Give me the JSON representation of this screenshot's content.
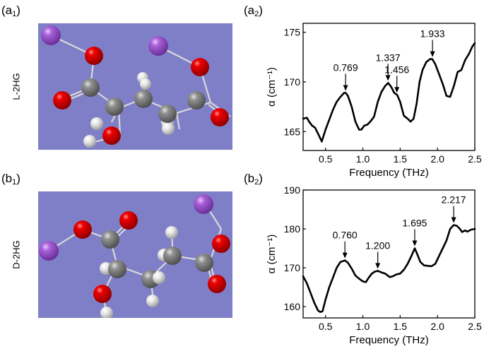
{
  "panels": {
    "a1": {
      "label": "a",
      "sub": "1",
      "molecule_name": "L-2HG"
    },
    "a2": {
      "label": "a",
      "sub": "2"
    },
    "b1": {
      "label": "b",
      "sub": "1",
      "molecule_name": "D-2HG"
    },
    "b2": {
      "label": "b",
      "sub": "2"
    }
  },
  "colors": {
    "molecule_background": "#7f7fc8",
    "oxygen": "#e00000",
    "carbon": "#8a8a8a",
    "hydrogen": "#e8e8e8",
    "sodium": "#a860d8",
    "curve": "#000000"
  },
  "chart_data": [
    {
      "id": "a2",
      "type": "line",
      "title": "",
      "xlabel": "Frequency (THz)",
      "ylabel": "α (cm⁻¹)",
      "xlim": [
        0.2,
        2.5
      ],
      "ylim": [
        163.1,
        175.9
      ],
      "xticks": [
        "0.5",
        "1.0",
        "1.5",
        "2.0",
        "2.5"
      ],
      "yticks": [
        "165",
        "170",
        "175"
      ],
      "grid": false,
      "legend": null,
      "series": [
        {
          "name": "L-2HG",
          "x": [
            0.2,
            0.25,
            0.28,
            0.32,
            0.36,
            0.4,
            0.45,
            0.5,
            0.55,
            0.6,
            0.65,
            0.7,
            0.75,
            0.77,
            0.8,
            0.85,
            0.9,
            0.95,
            0.98,
            1.02,
            1.06,
            1.1,
            1.15,
            1.2,
            1.25,
            1.3,
            1.34,
            1.38,
            1.42,
            1.46,
            1.5,
            1.55,
            1.6,
            1.64,
            1.68,
            1.72,
            1.76,
            1.8,
            1.85,
            1.9,
            1.93,
            1.97,
            2.02,
            2.07,
            2.12,
            2.17,
            2.22,
            2.27,
            2.32,
            2.37,
            2.42,
            2.47,
            2.5
          ],
          "y": [
            166.3,
            166.4,
            166.0,
            165.6,
            165.4,
            164.8,
            164.0,
            165.2,
            166.2,
            167.2,
            168.0,
            168.5,
            168.9,
            168.9,
            168.6,
            167.5,
            166.0,
            165.2,
            165.2,
            165.6,
            165.7,
            166.0,
            166.5,
            168.0,
            169.0,
            169.6,
            169.9,
            169.5,
            168.9,
            168.7,
            168.0,
            166.6,
            166.3,
            166.0,
            166.3,
            167.8,
            170.0,
            171.2,
            172.0,
            172.3,
            172.3,
            171.8,
            170.8,
            169.8,
            168.6,
            168.5,
            169.6,
            171.0,
            171.2,
            172.2,
            172.8,
            173.6,
            173.9
          ]
        }
      ],
      "annotations": [
        {
          "text": "0.769",
          "x": 0.769,
          "y": 168.9
        },
        {
          "text": "1.337",
          "x": 1.337,
          "y": 169.9
        },
        {
          "text": "1.456",
          "x": 1.456,
          "y": 168.7
        },
        {
          "text": "1.933",
          "x": 1.933,
          "y": 172.3
        }
      ]
    },
    {
      "id": "b2",
      "type": "line",
      "title": "",
      "xlabel": "Frequency (THz)",
      "ylabel": "α (cm⁻¹)",
      "xlim": [
        0.2,
        2.5
      ],
      "ylim": [
        157.1,
        190
      ],
      "xticks": [
        "0.5",
        "1.0",
        "1.5",
        "2.0",
        "2.5"
      ],
      "yticks": [
        "160",
        "170",
        "180",
        "190"
      ],
      "grid": false,
      "legend": null,
      "series": [
        {
          "name": "D-2HG",
          "x": [
            0.2,
            0.25,
            0.3,
            0.35,
            0.4,
            0.43,
            0.46,
            0.5,
            0.55,
            0.6,
            0.65,
            0.7,
            0.76,
            0.8,
            0.85,
            0.9,
            0.95,
            1.0,
            1.04,
            1.08,
            1.12,
            1.16,
            1.2,
            1.25,
            1.3,
            1.36,
            1.4,
            1.45,
            1.5,
            1.55,
            1.6,
            1.65,
            1.695,
            1.73,
            1.77,
            1.82,
            1.87,
            1.92,
            1.97,
            2.02,
            2.07,
            2.12,
            2.17,
            2.217,
            2.26,
            2.3,
            2.33,
            2.37,
            2.4,
            2.45,
            2.5
          ],
          "y": [
            167.8,
            166.0,
            163.5,
            161.0,
            159.0,
            158.6,
            158.8,
            161.8,
            165.0,
            167.5,
            170.0,
            171.5,
            171.9,
            171.3,
            169.8,
            168.0,
            167.2,
            166.5,
            166.3,
            167.5,
            168.5,
            169.0,
            169.2,
            168.8,
            168.5,
            167.6,
            167.8,
            168.3,
            168.5,
            169.5,
            171.0,
            173.0,
            175.0,
            173.5,
            171.5,
            170.6,
            170.5,
            170.4,
            171.0,
            173.0,
            175.0,
            177.0,
            180.0,
            181.0,
            180.8,
            180.0,
            179.2,
            179.6,
            179.3,
            179.8,
            180.0
          ]
        }
      ],
      "annotations": [
        {
          "text": "0.760",
          "x": 0.76,
          "y": 171.9
        },
        {
          "text": "1.200",
          "x": 1.2,
          "y": 169.2
        },
        {
          "text": "1.695",
          "x": 1.695,
          "y": 175.0
        },
        {
          "text": "2.217",
          "x": 2.217,
          "y": 181.0
        }
      ]
    }
  ]
}
